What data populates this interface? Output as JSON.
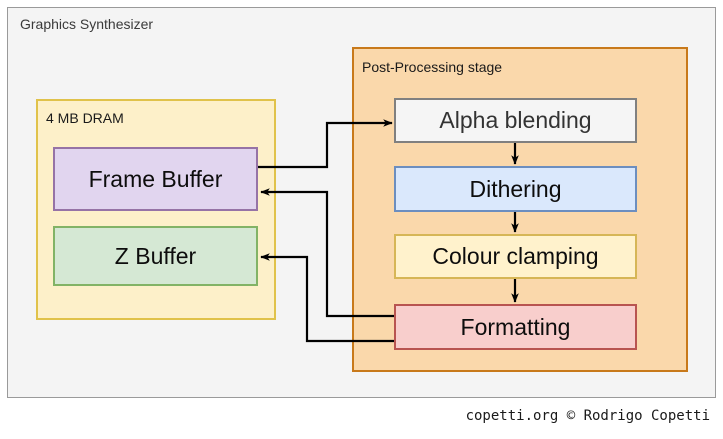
{
  "diagram": {
    "outer_container": {
      "label": "Graphics Synthesizer",
      "border_color": "#9a9a9a",
      "fill_color": "#f4f4f4"
    },
    "groups": [
      {
        "id": "dram",
        "label": "4 MB DRAM",
        "fill_color": "#fdf0c9",
        "border_color": "#e0c24a"
      },
      {
        "id": "post-processing",
        "label": "Post-Processing stage",
        "fill_color": "#fad8ab",
        "border_color": "#c8791a"
      }
    ],
    "nodes": [
      {
        "id": "frame-buffer",
        "label": "Frame Buffer",
        "fill_color": "#e1d5ef",
        "border_color": "#9673a6"
      },
      {
        "id": "z-buffer",
        "label": "Z Buffer",
        "fill_color": "#d5e8d4",
        "border_color": "#82b366"
      },
      {
        "id": "alpha-blending",
        "label": "Alpha blending",
        "fill_color": "#f5f5f5",
        "border_color": "#808080"
      },
      {
        "id": "dithering",
        "label": "Dithering",
        "fill_color": "#dae8fc",
        "border_color": "#6c8ebf"
      },
      {
        "id": "colour-clamping",
        "label": "Colour clamping",
        "fill_color": "#fff2cc",
        "border_color": "#d6b656"
      },
      {
        "id": "formatting",
        "label": "Formatting",
        "fill_color": "#f8cecc",
        "border_color": "#b85450"
      }
    ],
    "edges": [
      {
        "from": "frame-buffer",
        "to": "alpha-blending",
        "style": "orthogonal-arrow"
      },
      {
        "from": "alpha-blending",
        "to": "dithering",
        "style": "straight-arrow"
      },
      {
        "from": "dithering",
        "to": "colour-clamping",
        "style": "straight-arrow"
      },
      {
        "from": "colour-clamping",
        "to": "formatting",
        "style": "straight-arrow"
      },
      {
        "from": "formatting",
        "to": "frame-buffer",
        "style": "orthogonal-arrow"
      },
      {
        "from": "formatting",
        "to": "z-buffer",
        "style": "orthogonal-arrow"
      }
    ],
    "edge_color": "#000000"
  },
  "footer": {
    "credit": "copetti.org © Rodrigo Copetti"
  }
}
